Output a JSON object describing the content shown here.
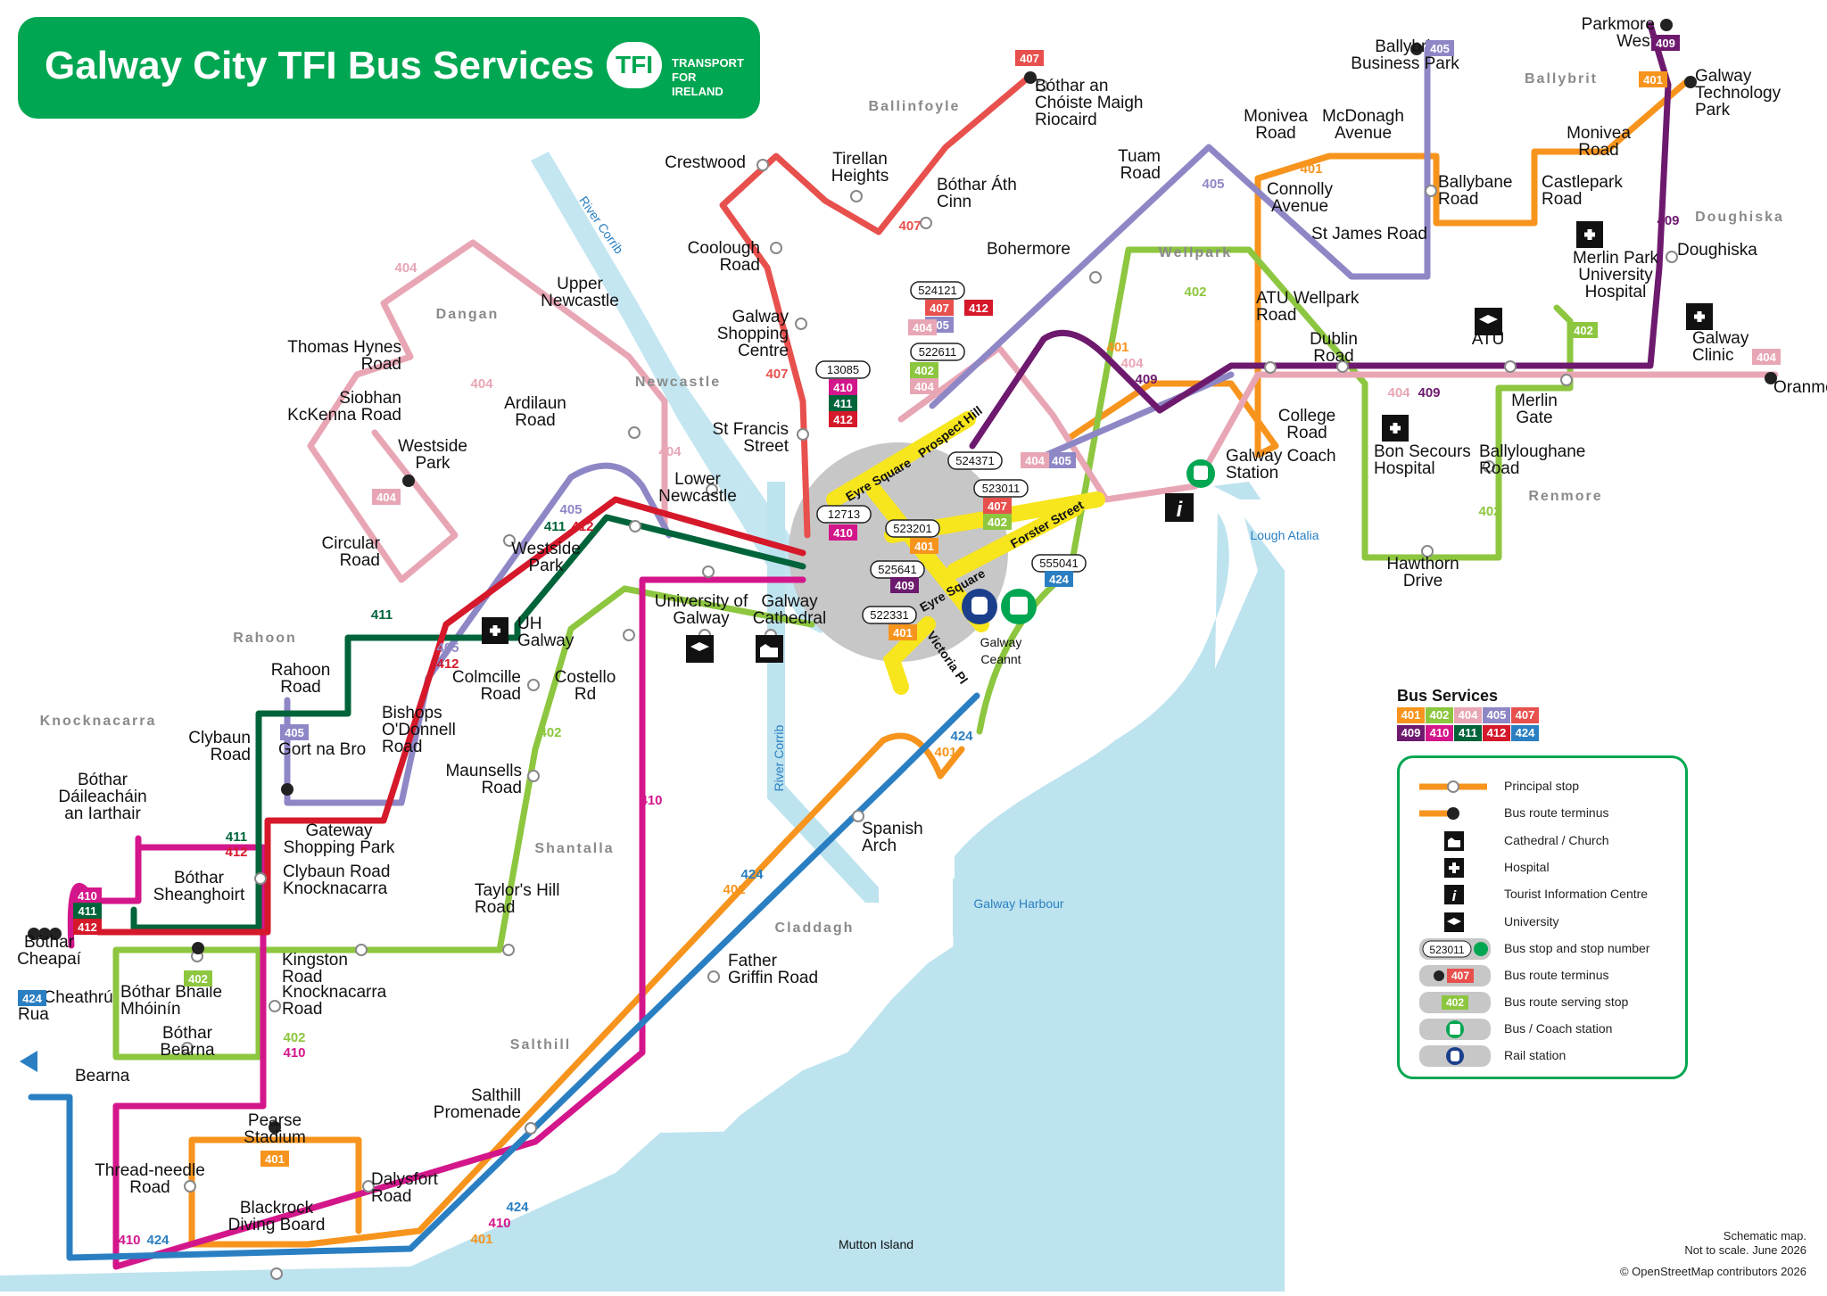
{
  "header": {
    "title": "Galway City TFI Bus Services",
    "logo_text": "TFI",
    "brand_lines": [
      "TRANSPORT",
      "FOR",
      "IRELAND"
    ]
  },
  "colors": {
    "green": "#00a651",
    "water": "#bde3ef",
    "401": "#f7941d",
    "402": "#8dc63f",
    "404": "#e8a6b5",
    "405": "#8e87c6",
    "407": "#e8504d",
    "409": "#6d1a6e",
    "410": "#d4168b",
    "411": "#00643a",
    "412": "#d5182a",
    "424": "#2a7fc2"
  },
  "areas": [
    "Ballinfoyle",
    "Dangan",
    "Newcastle",
    "Wellpark",
    "Ballybrit",
    "Doughiska",
    "Renmore",
    "Rahoon",
    "Knocknacarra",
    "Shantalla",
    "Claddagh",
    "Salthill"
  ],
  "water_labels": [
    "River Corrib",
    "River Corrib",
    "Galway Harbour",
    "Lough Atalia",
    "Mutton Island"
  ],
  "stops": [
    "Bóthar an Chóiste Maigh Riocaird",
    "Crestwood",
    "Tirellan Heights",
    "Bóthar Áth Cinn",
    "Coolough Road",
    "Galway Shopping Centre",
    "St Francis Street",
    "Upper Newcastle",
    "Thomas Hynes Road",
    "Siobhan KcKenna Road",
    "Ardilaun Road",
    "Westside Park",
    "Circular Road",
    "Lower Newcastle",
    "Westside Park",
    "Ballybrit Business Park",
    "Parkmore West",
    "Galway Technology Park",
    "Monivea Road",
    "McDonagh Avenue",
    "Connolly Avenue",
    "St James Road",
    "Ballybane Road",
    "Monivea Road",
    "Castlepark Road",
    "Merlin Park University Hospital",
    "Doughiska",
    "Tuam Road",
    "Bohermore",
    "ATU Wellpark Road",
    "Dublin Road",
    "ATU",
    "Galway Clinic",
    "Oranmore",
    "College Road",
    "Merlin Gate",
    "Bon Secours Hospital",
    "Ballyloughane Road",
    "Hawthorn Drive",
    "Galway Coach Station",
    "UH Galway",
    "University of Galway",
    "Galway Cathedral",
    "Colmcille Road",
    "Costello Rd",
    "Maunsells Road",
    "Rahoon Road",
    "Clybaun Road",
    "Gort na Bro",
    "Bishops O'Donnell Road",
    "Gateway Shopping Park",
    "Clybaun Road Knocknacarra",
    "Bóthar Dáileacháin an Iarthair",
    "Bóthar Sheanghoirt",
    "Bóthar Cheapaí",
    "Kingston Road",
    "Bóthar Bhaile Mhóinín",
    "Knocknacarra Road",
    "Bóthar Bearna",
    "An Cheathrú Rua",
    "Bearna",
    "Taylor's Hill Road",
    "Spanish Arch",
    "Father Griffin Road",
    "Salthill Promenade",
    "Pearse Stadium",
    "Thread-needle Road",
    "Blackrock Diving Board",
    "Dalysfort Road",
    "Galway Ceannt"
  ],
  "streets": [
    "Eyre Square",
    "Prospect Hill",
    "Forster Street",
    "Eyre Square",
    "Victoria Pl"
  ],
  "stop_numbers": [
    "13085",
    "524121",
    "522611",
    "524371",
    "523011",
    "12713",
    "523201",
    "525641",
    "555041",
    "522331"
  ],
  "route_numbers": [
    "401",
    "402",
    "404",
    "405",
    "407",
    "409",
    "410",
    "411",
    "412",
    "424"
  ],
  "services": {
    "title": "Bus Services",
    "rows": [
      [
        "401",
        "402",
        "404",
        "405",
        "407"
      ],
      [
        "409",
        "410",
        "411",
        "412",
        "424"
      ]
    ]
  },
  "legend": [
    {
      "icon": "principal-stop",
      "text": "Principal stop"
    },
    {
      "icon": "route-terminus",
      "text": "Bus route terminus"
    },
    {
      "icon": "cathedral-icon",
      "text": "Cathedral / Church"
    },
    {
      "icon": "hospital-icon",
      "text": "Hospital"
    },
    {
      "icon": "info-icon",
      "text": "Tourist Information Centre"
    },
    {
      "icon": "university-icon",
      "text": "University"
    },
    {
      "icon": "stop-number",
      "text": "Bus stop and stop number",
      "sample": "523011"
    },
    {
      "icon": "route-terminus-badge",
      "text": "Bus route terminus",
      "sample": "407"
    },
    {
      "icon": "serving-stop",
      "text": "Bus route serving stop",
      "sample": "402"
    },
    {
      "icon": "bus-station-icon",
      "text": "Bus / Coach station"
    },
    {
      "icon": "rail-station-icon",
      "text": "Rail station"
    }
  ],
  "footer": {
    "note1": "Schematic map.",
    "note2": "Not to scale. June 2026",
    "credit": "© OpenStreetMap contributors 2026"
  }
}
